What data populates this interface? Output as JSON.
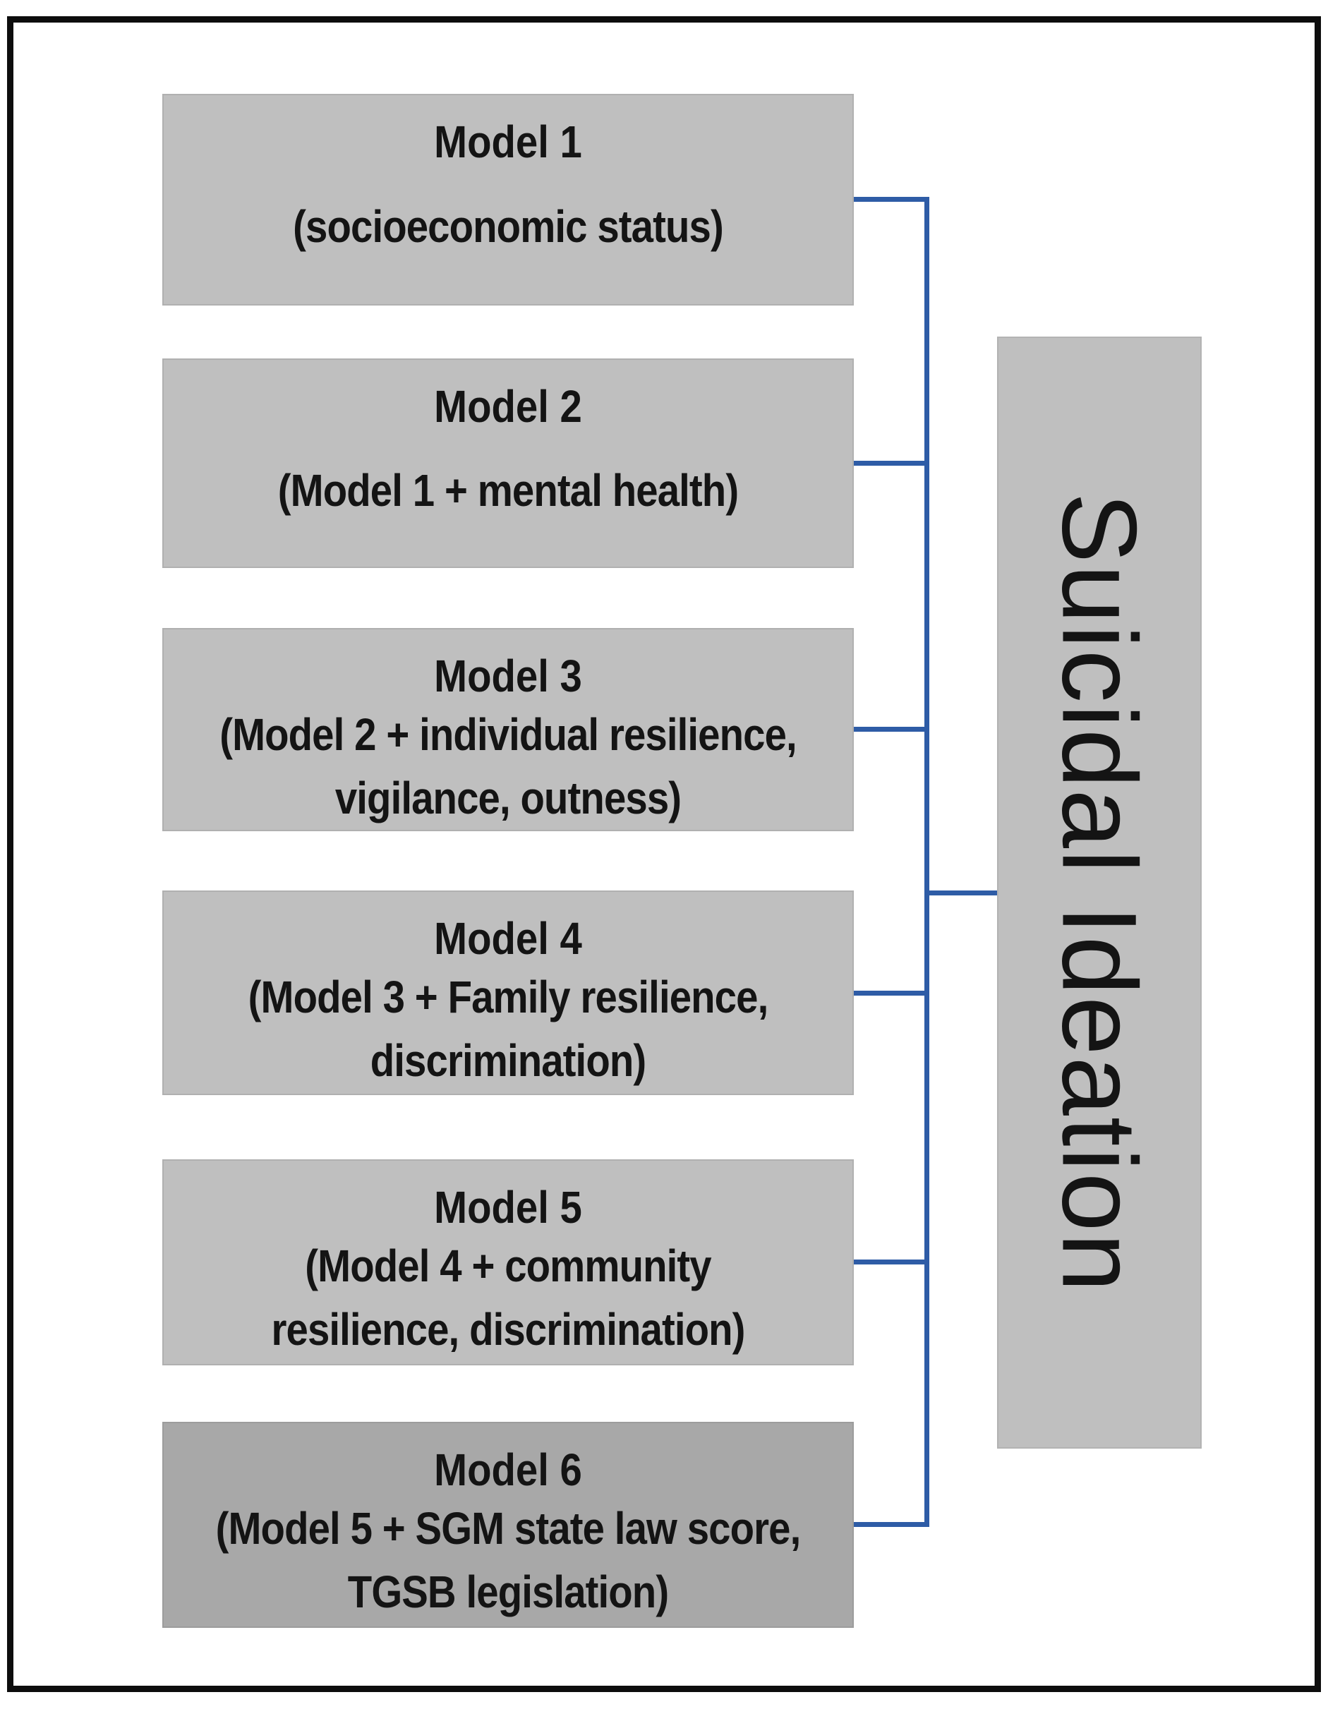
{
  "diagram": {
    "models": [
      {
        "title": "Model 1",
        "detail": "(socioeconomic status)"
      },
      {
        "title": "Model 2",
        "detail": "(Model 1 + mental health)"
      },
      {
        "title": "Model 3",
        "detail": "(Model 2 + individual resilience,\nvigilance, outness)"
      },
      {
        "title": "Model 4",
        "detail": "(Model 3 + Family resilience,\ndiscrimination)"
      },
      {
        "title": "Model 5",
        "detail": "(Model 4 + community\nresilience, discrimination)"
      },
      {
        "title": "Model 6",
        "detail": "(Model 5 + SGM state law score,\nTGSB legislation)"
      }
    ],
    "outcome": {
      "label": "Suicidal Ideation"
    },
    "colors": {
      "box_fill": "#bfbfbf",
      "box6_fill": "#a8a8a8",
      "outcome_fill": "#bfbfbf",
      "connector": "#2e5ca6",
      "frame": "#0d0d0d",
      "text": "#141414"
    }
  }
}
